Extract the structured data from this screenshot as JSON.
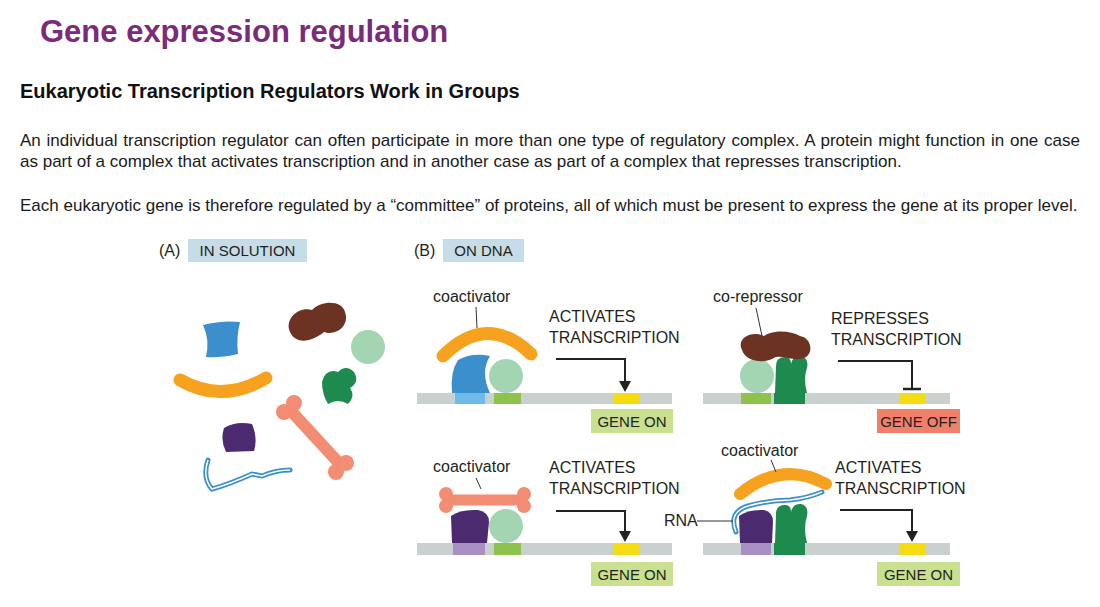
{
  "diagram": {
    "title": "Gene expression regulation",
    "nodes": [
      {
        "text": [
          "IN SOLUTION"
        ]
      },
      {
        "text": [
          "ON DNA"
        ]
      },
      {
        "text": [
          "GENE ON"
        ]
      },
      {
        "text": [
          "GENE OFF"
        ]
      },
      {
        "text": [
          "GENE ON"
        ]
      },
      {
        "text": [
          "GENE ON"
        ]
      }
    ],
    "labels": [
      "Eukaryotic Transcription Regulators Work in Groups",
      "An individual transcription regulator can often participate in more than one type of regulatory complex. A protein might function in one case as part of a complex that activates transcription and in another case as part of a complex that represses transcription.",
      "Each eukaryotic gene is therefore regulated by a “committee” of proteins, all of which must be present to express the gene at its proper level.",
      "(A)",
      "(B)",
      "coactivator",
      "ACTIVATES TRANSCRIPTION",
      "co-repressor",
      "REPRESSES TRANSCRIPTION",
      "coactivator",
      "ACTIVATES TRANSCRIPTION",
      "coactivator",
      "RNA",
      "ACTIVATES TRANSCRIPTION"
    ]
  }
}
